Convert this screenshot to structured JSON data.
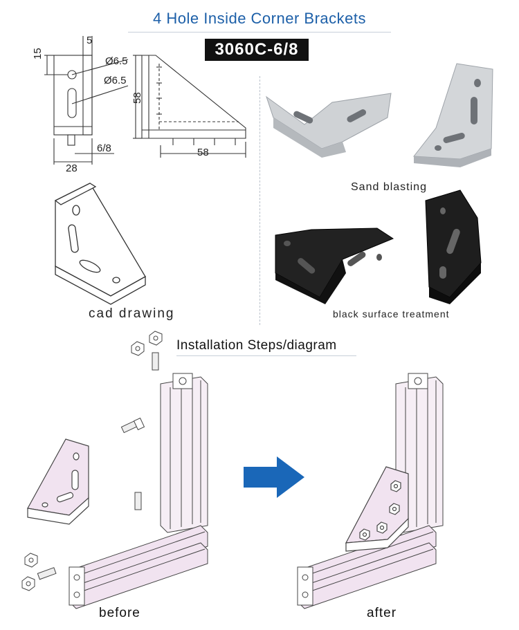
{
  "header": {
    "title": "4 Hole Inside Corner Brackets",
    "model": "3060C-6/8"
  },
  "drawing": {
    "dims": {
      "top_width": "5",
      "side_height": "15",
      "hole1": "Ø6.5",
      "hole2": "Ø6.5",
      "height": "58",
      "bolt": "6/8",
      "base_width": "28",
      "length": "58"
    },
    "cad_caption": "cad drawing"
  },
  "photos": {
    "sand_caption": "Sand blasting",
    "black_caption": "black surface treatment",
    "colors": {
      "silver": "#c9ccd0",
      "black": "#1a1a1a"
    }
  },
  "installation": {
    "title": "Installation Steps/diagram",
    "before_label": "before",
    "after_label": "after",
    "arrow_color": "#1a67b8",
    "profile_tint": "#f1e3f0"
  }
}
